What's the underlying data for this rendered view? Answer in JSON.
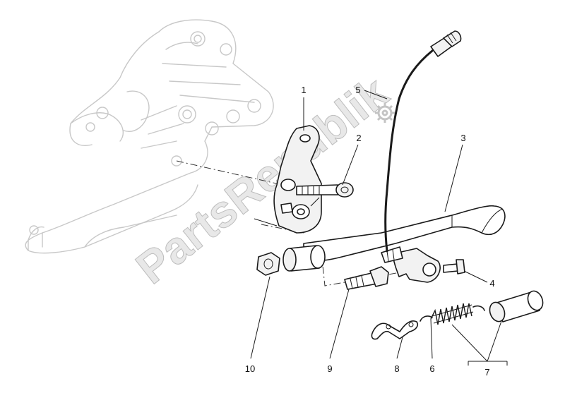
{
  "watermark": "PartsRepublik",
  "callouts": [
    {
      "id": "1",
      "label": "1"
    },
    {
      "id": "2",
      "label": "2"
    },
    {
      "id": "3",
      "label": "3"
    },
    {
      "id": "4",
      "label": "4"
    },
    {
      "id": "5",
      "label": "5"
    },
    {
      "id": "6",
      "label": "6"
    },
    {
      "id": "7",
      "label": "7"
    },
    {
      "id": "8",
      "label": "8"
    },
    {
      "id": "9",
      "label": "9"
    },
    {
      "id": "10",
      "label": "10"
    }
  ],
  "icons": {
    "watermark_logo": "gear-icon"
  }
}
